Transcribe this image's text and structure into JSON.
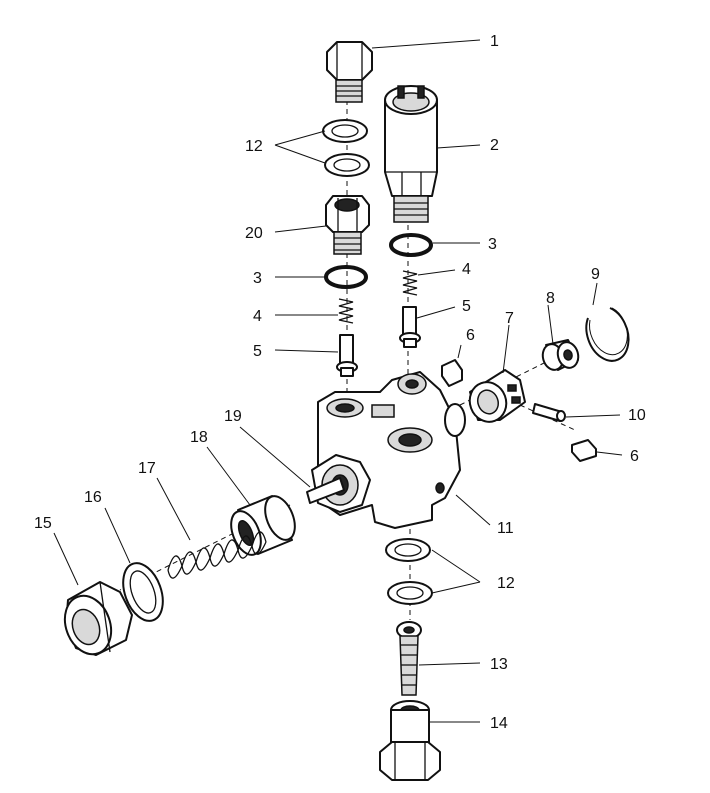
{
  "diagram": {
    "parts": [
      {
        "id": "1"
      },
      {
        "id": "2"
      },
      {
        "id": "3"
      },
      {
        "id": "4"
      },
      {
        "id": "5"
      },
      {
        "id": "6"
      },
      {
        "id": "7"
      },
      {
        "id": "8"
      },
      {
        "id": "9"
      },
      {
        "id": "10"
      },
      {
        "id": "11"
      },
      {
        "id": "12"
      },
      {
        "id": "13"
      },
      {
        "id": "14"
      },
      {
        "id": "15"
      },
      {
        "id": "16"
      },
      {
        "id": "17"
      },
      {
        "id": "18"
      },
      {
        "id": "19"
      },
      {
        "id": "20"
      }
    ],
    "callouts": [
      {
        "label": "1"
      },
      {
        "label": "2"
      },
      {
        "label": "12"
      },
      {
        "label": "20"
      },
      {
        "label": "3"
      },
      {
        "label": "3"
      },
      {
        "label": "4"
      },
      {
        "label": "4"
      },
      {
        "label": "5"
      },
      {
        "label": "5"
      },
      {
        "label": "6"
      },
      {
        "label": "7"
      },
      {
        "label": "8"
      },
      {
        "label": "9"
      },
      {
        "label": "10"
      },
      {
        "label": "6"
      },
      {
        "label": "11"
      },
      {
        "label": "12"
      },
      {
        "label": "13"
      },
      {
        "label": "14"
      },
      {
        "label": "15"
      },
      {
        "label": "16"
      },
      {
        "label": "17"
      },
      {
        "label": "18"
      },
      {
        "label": "19"
      }
    ]
  }
}
